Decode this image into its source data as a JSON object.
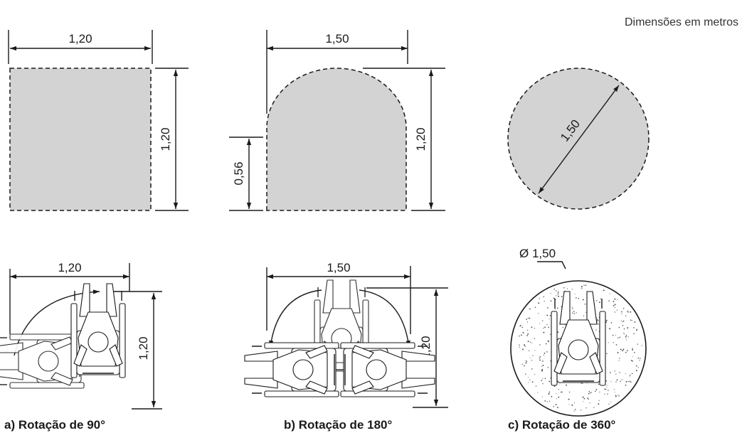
{
  "units_note": "Dimensões em metros",
  "top_row": {
    "square": {
      "width": "1,20",
      "height": "1,20"
    },
    "arch": {
      "width": "1,50",
      "height": "1,20",
      "side": "0,56"
    },
    "circle": {
      "diameter": "1,50"
    }
  },
  "bottom_row": {
    "rot90": {
      "width": "1,20",
      "height": "1,20",
      "caption": "a) Rotação de 90°"
    },
    "rot180": {
      "width": "1,50",
      "height": "1,20",
      "caption": "b) Rotação de 180°"
    },
    "rot360": {
      "diameter": "Ø 1,50",
      "caption": "c) Rotação de 360°"
    }
  },
  "colors": {
    "fill": "#d3d3d3",
    "line": "#1a1a1a",
    "speckle": "#555555"
  }
}
